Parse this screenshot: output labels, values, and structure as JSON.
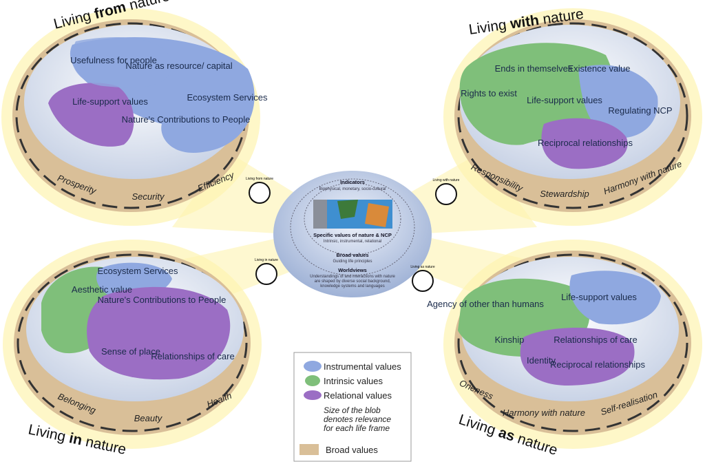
{
  "frames": [
    {
      "title_pre": "Living ",
      "title_bold": "from",
      "title_post": " nature",
      "blobs": [
        "Usefulness for people",
        "Nature as resource/ capital",
        "Life-support values",
        "Ecosystem Services",
        "Nature's Contributions to People"
      ],
      "broad": [
        "Prosperity",
        "Security",
        "Efficiency"
      ],
      "icon_label": "Living from nature"
    },
    {
      "title_pre": "Living ",
      "title_bold": "with",
      "title_post": " nature",
      "blobs": [
        "Ends in themselves",
        "Existence value",
        "Rights to exist",
        "Life-support values",
        "Regulating NCP",
        "Reciprocal relationships"
      ],
      "broad": [
        "Responsibility",
        "Stewardship",
        "Harmony with nature"
      ],
      "icon_label": "Living with nature"
    },
    {
      "title_pre": "Living ",
      "title_bold": "in",
      "title_post": " nature",
      "blobs": [
        "Ecosystem Services",
        "Aesthetic value",
        "Nature's Contributions to People",
        "Sense of place",
        "Relationships of care"
      ],
      "broad": [
        "Belonging",
        "Beauty",
        "Health"
      ],
      "icon_label": "Living in nature"
    },
    {
      "title_pre": "Living ",
      "title_bold": "as",
      "title_post": " nature",
      "blobs": [
        "Agency of other than humans",
        "Life-support values",
        "Kinship",
        "Relationships of care",
        "Identity",
        "Reciprocal relationships"
      ],
      "broad": [
        "Oneness",
        "Harmony with nature",
        "Self-realisation"
      ],
      "icon_label": "Living as nature"
    }
  ],
  "center": {
    "indicators": "Indicators",
    "indicators_sub": "Biophysical, monetary, socio-cultural",
    "specific": "Specific values of nature & NCP",
    "specific_sub": "Intrinsic, instrumental, relational",
    "broad": "Broad values",
    "broad_sub": "Guiding life principles",
    "worldviews": "Worldviews",
    "worldviews_sub1": "Understandings of and interactions with nature",
    "worldviews_sub2": "are shaped by diverse social background,",
    "worldviews_sub3": "knowledge systems and languages"
  },
  "legend": {
    "instrumental": "Instrumental values",
    "intrinsic": "Intrinsic values",
    "relational": "Relational values",
    "note1": "Size of the blob",
    "note2": "denotes relevance",
    "note3": "for each life frame",
    "broad": "Broad values"
  },
  "colors": {
    "instrumental": "#8fa8e0",
    "intrinsic": "#7fbf7a",
    "relational": "#9b6ec4",
    "broad": "#d9bf98",
    "glow": "#fdf3b0"
  }
}
